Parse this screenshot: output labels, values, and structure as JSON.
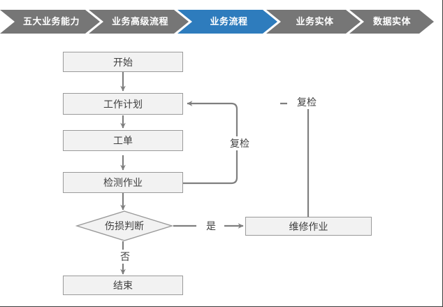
{
  "breadcrumb": {
    "active_color": "#2e7cbd",
    "inactive_color": "#767676",
    "items": [
      {
        "label": "五大业务能力",
        "active": false
      },
      {
        "label": "业务高级流程",
        "active": false
      },
      {
        "label": "业务流程",
        "active": true
      },
      {
        "label": "业务实体",
        "active": false
      },
      {
        "label": "数据实体",
        "active": false
      }
    ]
  },
  "diagram": {
    "type": "flowchart",
    "node_fill": "#f2f2f2",
    "node_border": "#9a9a9a",
    "connector_color": "#7f7f7f",
    "nodes": [
      {
        "id": "start",
        "label": "开始",
        "shape": "rect"
      },
      {
        "id": "work_plan",
        "label": "工作计划",
        "shape": "rect"
      },
      {
        "id": "work_order",
        "label": "工单",
        "shape": "rect"
      },
      {
        "id": "inspection",
        "label": "检测作业",
        "shape": "rect"
      },
      {
        "id": "damage_judge",
        "label": "伤损判断",
        "shape": "diamond"
      },
      {
        "id": "repair",
        "label": "维修作业",
        "shape": "rect"
      },
      {
        "id": "end",
        "label": "结束",
        "shape": "rect"
      }
    ],
    "edge_labels": {
      "recheck_inner": "复检",
      "recheck_outer": "复检",
      "yes": "是",
      "no": "否"
    },
    "edges": [
      {
        "from": "start",
        "to": "work_plan",
        "label": ""
      },
      {
        "from": "work_plan",
        "to": "work_order",
        "label": ""
      },
      {
        "from": "work_order",
        "to": "inspection",
        "label": ""
      },
      {
        "from": "inspection",
        "to": "work_plan",
        "label": "复检"
      },
      {
        "from": "inspection",
        "to": "damage_judge",
        "label": ""
      },
      {
        "from": "damage_judge",
        "to": "repair",
        "label": "是"
      },
      {
        "from": "damage_judge",
        "to": "end",
        "label": "否"
      },
      {
        "from": "repair",
        "to": "work_plan",
        "label": "复检"
      }
    ]
  }
}
